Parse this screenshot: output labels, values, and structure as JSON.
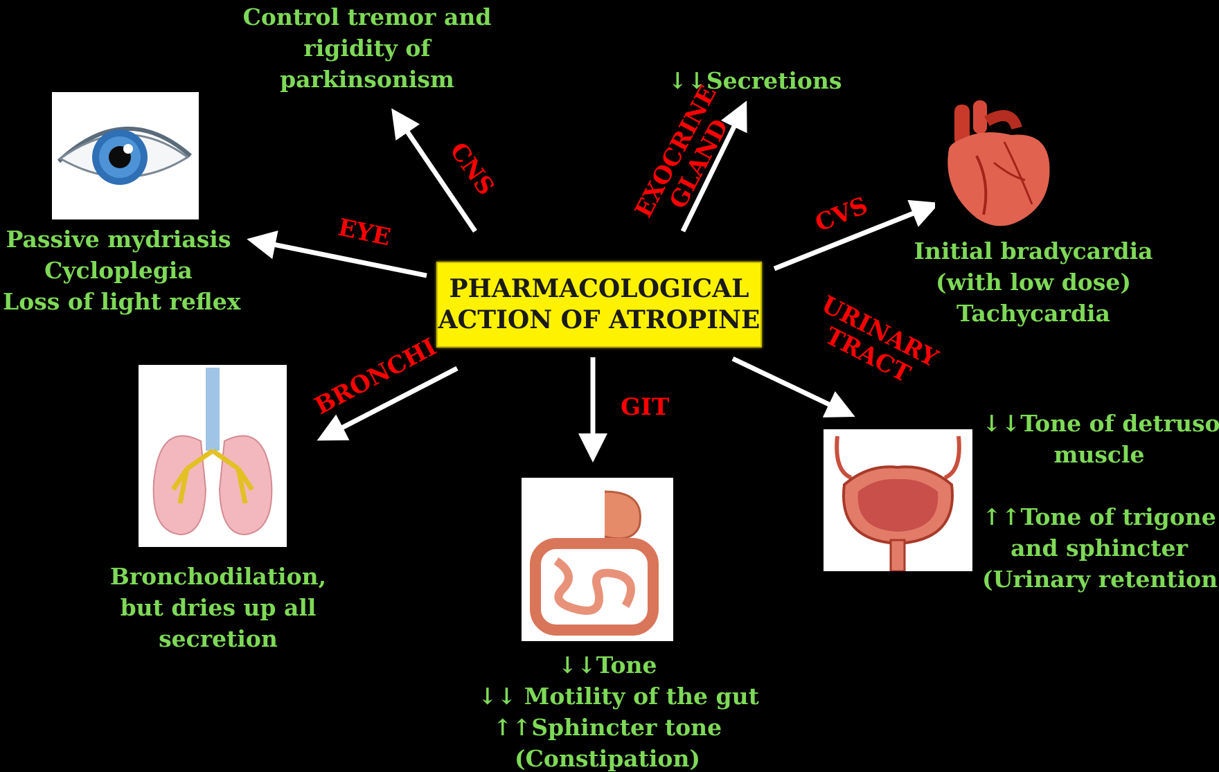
{
  "center": {
    "line1": "PHARMACOLOGICAL",
    "line2": "ACTION OF ATROPINE"
  },
  "branches": {
    "cns": {
      "label": "CNS",
      "effects": [
        "Control tremor and",
        "rigidity of",
        "parkinsonism"
      ]
    },
    "exocrine": {
      "label_line1": "EXOCRINE",
      "label_line2": "GLAND",
      "effects": [
        "↓↓Secretions"
      ]
    },
    "eye": {
      "label": "EYE",
      "effects": [
        "Passive mydriasis",
        "Cycloplegia",
        "Loss of light reflex"
      ]
    },
    "cvs": {
      "label": "CVS",
      "effects": [
        "Initial bradycardia",
        "(with low dose)",
        "Tachycardia"
      ]
    },
    "urinary": {
      "label_line1": "URINARY",
      "label_line2": "TRACT",
      "effects": [
        "↓↓Tone of detrusor",
        "muscle",
        "",
        "↑↑Tone of trigone",
        "and sphincter",
        "(Urinary retention)"
      ]
    },
    "bronchi": {
      "label": "BRONCHI",
      "effects": [
        "Bronchodilation,",
        "but dries up all",
        "secretion"
      ]
    },
    "git": {
      "label": "GIT",
      "effects": [
        "↓↓Tone",
        "↓↓ Motility of the gut",
        "↑↑Sphincter tone",
        "(Constipation)"
      ]
    }
  },
  "icons": [
    "eye-icon",
    "heart-icon",
    "lungs-icon",
    "intestine-icon",
    "bladder-icon"
  ],
  "colors": {
    "background": "#000000",
    "effect_text": "#7ED957",
    "organ_label": "#FF0000",
    "center_box": "#FFF200",
    "arrow": "#FFFFFF"
  }
}
